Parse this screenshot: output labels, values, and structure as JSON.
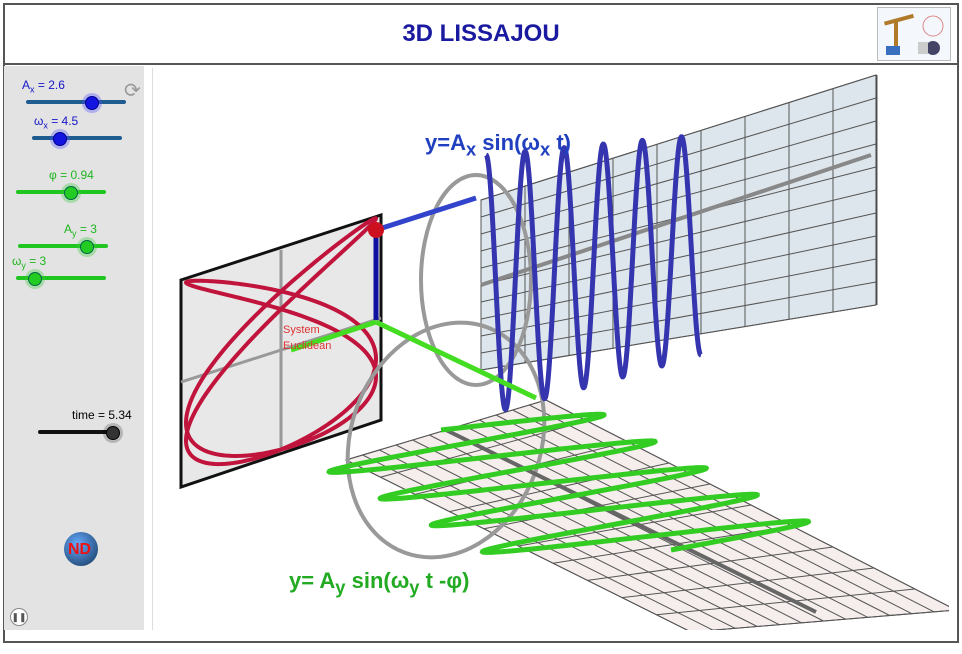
{
  "header": {
    "title": "3D LISSAJOU",
    "logo_icon": "geometry-tools-logo"
  },
  "sliders": [
    {
      "id": "ax",
      "label": "A",
      "sub": "x",
      "value_text": " = 2.6",
      "value": 2.6,
      "fraction": 0.65,
      "color": "blue"
    },
    {
      "id": "wx",
      "label": "ω",
      "sub": "x",
      "value_text": " = 4.5",
      "value": 4.5,
      "fraction": 0.3,
      "color": "blue"
    },
    {
      "id": "phi",
      "label": "φ = 0.94",
      "sub": "",
      "value_text": "",
      "value": 0.94,
      "fraction": 0.6,
      "color": "green"
    },
    {
      "id": "ay",
      "label": "A",
      "sub": "y",
      "value_text": " = 3",
      "value": 3,
      "fraction": 0.75,
      "color": "green"
    },
    {
      "id": "wy",
      "label": "ω",
      "sub": "y",
      "value_text": " = 3",
      "value": 3,
      "fraction": 0.2,
      "color": "green"
    },
    {
      "id": "time",
      "label": "time = 5.34",
      "sub": "",
      "value_text": "",
      "value": 5.34,
      "fraction": 0.92,
      "color": "black"
    }
  ],
  "scene": {
    "eq_x": {
      "a": "y=A",
      "s1": "x",
      "b": " sin(ω",
      "s2": "x",
      "c": " t)"
    },
    "eq_y": {
      "a": "y= A",
      "s1": "y",
      "b": " sin(ω",
      "s2": "y",
      "c": " t -φ)"
    },
    "label_euclidean": "Euclidean",
    "label_system": "System",
    "colors": {
      "lissajous": "#c0143c",
      "x_wave": "#3535b0",
      "y_wave": "#33cc22"
    }
  },
  "panel": {
    "reset_icon": "refresh-icon",
    "pause_icon": "pause-icon",
    "logo_text": "ND"
  }
}
